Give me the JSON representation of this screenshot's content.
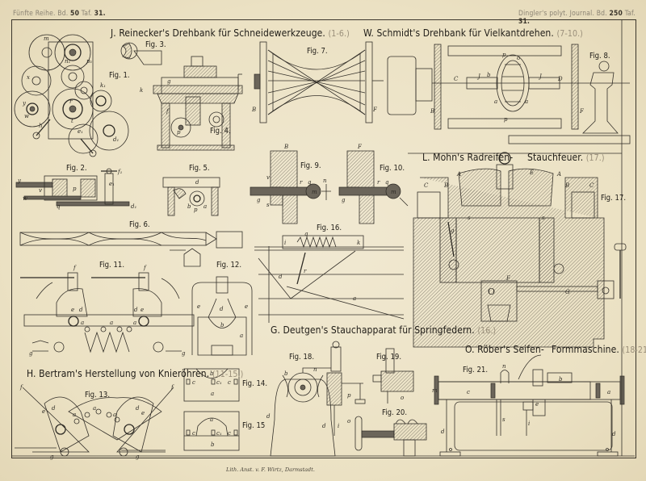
{
  "header": {
    "left": {
      "series": "Fünfte Reihe. Bd.",
      "volume": "50",
      "plate_label": "Taf.",
      "plate": "31."
    },
    "right": {
      "journal": "Dingler's polyt. Journal. Bd.",
      "volume": "250",
      "plate_label": "Taf.",
      "plate": "31."
    }
  },
  "sections": [
    {
      "title": "J. Reinecker's Drehbank für Schneidewerkzeuge.",
      "ref": "(1-6.)"
    },
    {
      "title": "W. Schmidt's Drehbank für Vielkantdrehen.",
      "ref": "(7-10.)"
    },
    {
      "title": "L. Mohn's Radreifen-",
      "title2": "Stauchfeuer.",
      "ref": "(17.)"
    },
    {
      "title": "G. Deutgen's Stauchapparat für Springfedern.",
      "ref": "(16.)"
    },
    {
      "title": "O. Röber's Seifen-",
      "title2": "Formmaschine.",
      "ref": "(18-21.)"
    },
    {
      "title": "H. Bertram's Herstellung von Knieröhren.",
      "ref": "(11-15.)"
    }
  ],
  "figures": {
    "fig1": "Fig. 1.",
    "fig2": "Fig. 2.",
    "fig3": "Fig. 3.",
    "fig4": "Fig. 4.",
    "fig5": "Fig. 5.",
    "fig6": "Fig. 6.",
    "fig7": "Fig. 7.",
    "fig8": "Fig. 8.",
    "fig9": "Fig. 9.",
    "fig10": "Fig. 10.",
    "fig11": "Fig. 11.",
    "fig12": "Fig. 12.",
    "fig13": "Fig. 13.",
    "fig14": "Fig. 14.",
    "fig15": "Fig. 15",
    "fig16": "Fig. 16.",
    "fig17": "Fig. 17.",
    "fig18": "Fig. 18.",
    "fig19": "Fig. 19.",
    "fig20": "Fig. 20.",
    "fig21": "Fig. 21."
  },
  "part_letters": {
    "fig1": [
      "m",
      "x",
      "y",
      "w",
      "h",
      "t",
      "r",
      "d1",
      "e1",
      "k1",
      "n1",
      "p1"
    ],
    "fig2": [
      "y",
      "v",
      "w",
      "q",
      "p",
      "d1",
      "f1",
      "e1"
    ],
    "fig4": [
      "g",
      "k",
      "f",
      "p"
    ],
    "fig5": [
      "d",
      "b",
      "p",
      "a"
    ],
    "fig7": [
      "B",
      "F"
    ],
    "fig8": [
      "C",
      "J",
      "b",
      "p",
      "o",
      "a",
      "D",
      "F",
      "B"
    ],
    "fig9": [
      "B",
      "v",
      "g",
      "s",
      "r",
      "q",
      "m",
      "n"
    ],
    "fig10": [
      "F",
      "g",
      "r",
      "q",
      "m"
    ],
    "fig11": [
      "f",
      "e",
      "d",
      "a",
      "g"
    ],
    "fig12": [
      "e",
      "d",
      "b",
      "a"
    ],
    "fig13": [
      "f",
      "e",
      "d",
      "a",
      "g"
    ],
    "fig14": [
      "b",
      "c",
      "c1",
      "a"
    ],
    "fig15": [
      "a",
      "c",
      "c1",
      "b"
    ],
    "fig16": [
      "i",
      "q",
      "k",
      "r",
      "d",
      "a",
      "e"
    ],
    "fig17": [
      "A",
      "B",
      "C",
      "E",
      "s",
      "g",
      "F",
      "G",
      "O"
    ],
    "fig18": [
      "b",
      "n",
      "d",
      "p",
      "i"
    ],
    "fig19": [
      "o"
    ],
    "fig20": [
      "o"
    ],
    "fig21": [
      "n",
      "b",
      "c",
      "a",
      "m",
      "e",
      "s",
      "i",
      "d"
    ]
  },
  "imprint": "Lith. Anst. v. F. Wirtz, Darmstadt."
}
